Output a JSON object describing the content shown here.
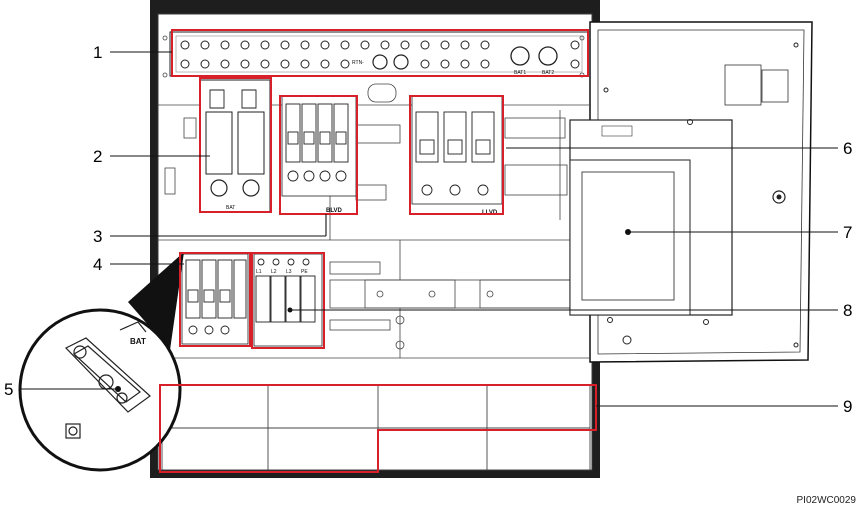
{
  "callouts": [
    {
      "label": "1"
    },
    {
      "label": "2"
    },
    {
      "label": "3"
    },
    {
      "label": "4"
    },
    {
      "label": "5"
    },
    {
      "label": "6"
    },
    {
      "label": "7"
    },
    {
      "label": "8"
    },
    {
      "label": "9"
    }
  ],
  "panel_labels": {
    "rtn": "RTN-",
    "bat1": "BAT1",
    "bat2": "BAT2",
    "bat_breaker": "BAT",
    "blvd": "BLVD",
    "llvd": "LLVD",
    "bat_magnified": "BAT",
    "spd_l1": "L1",
    "spd_l2": "L2",
    "spd_l3": "L3",
    "spd_pe": "PE"
  },
  "doc_code": "PI02WC0029",
  "colors": {
    "highlight": "#d8202a",
    "line": "#111111",
    "panel_fill": "#ffffff",
    "cabinet_dark": "#1a1a1a"
  }
}
